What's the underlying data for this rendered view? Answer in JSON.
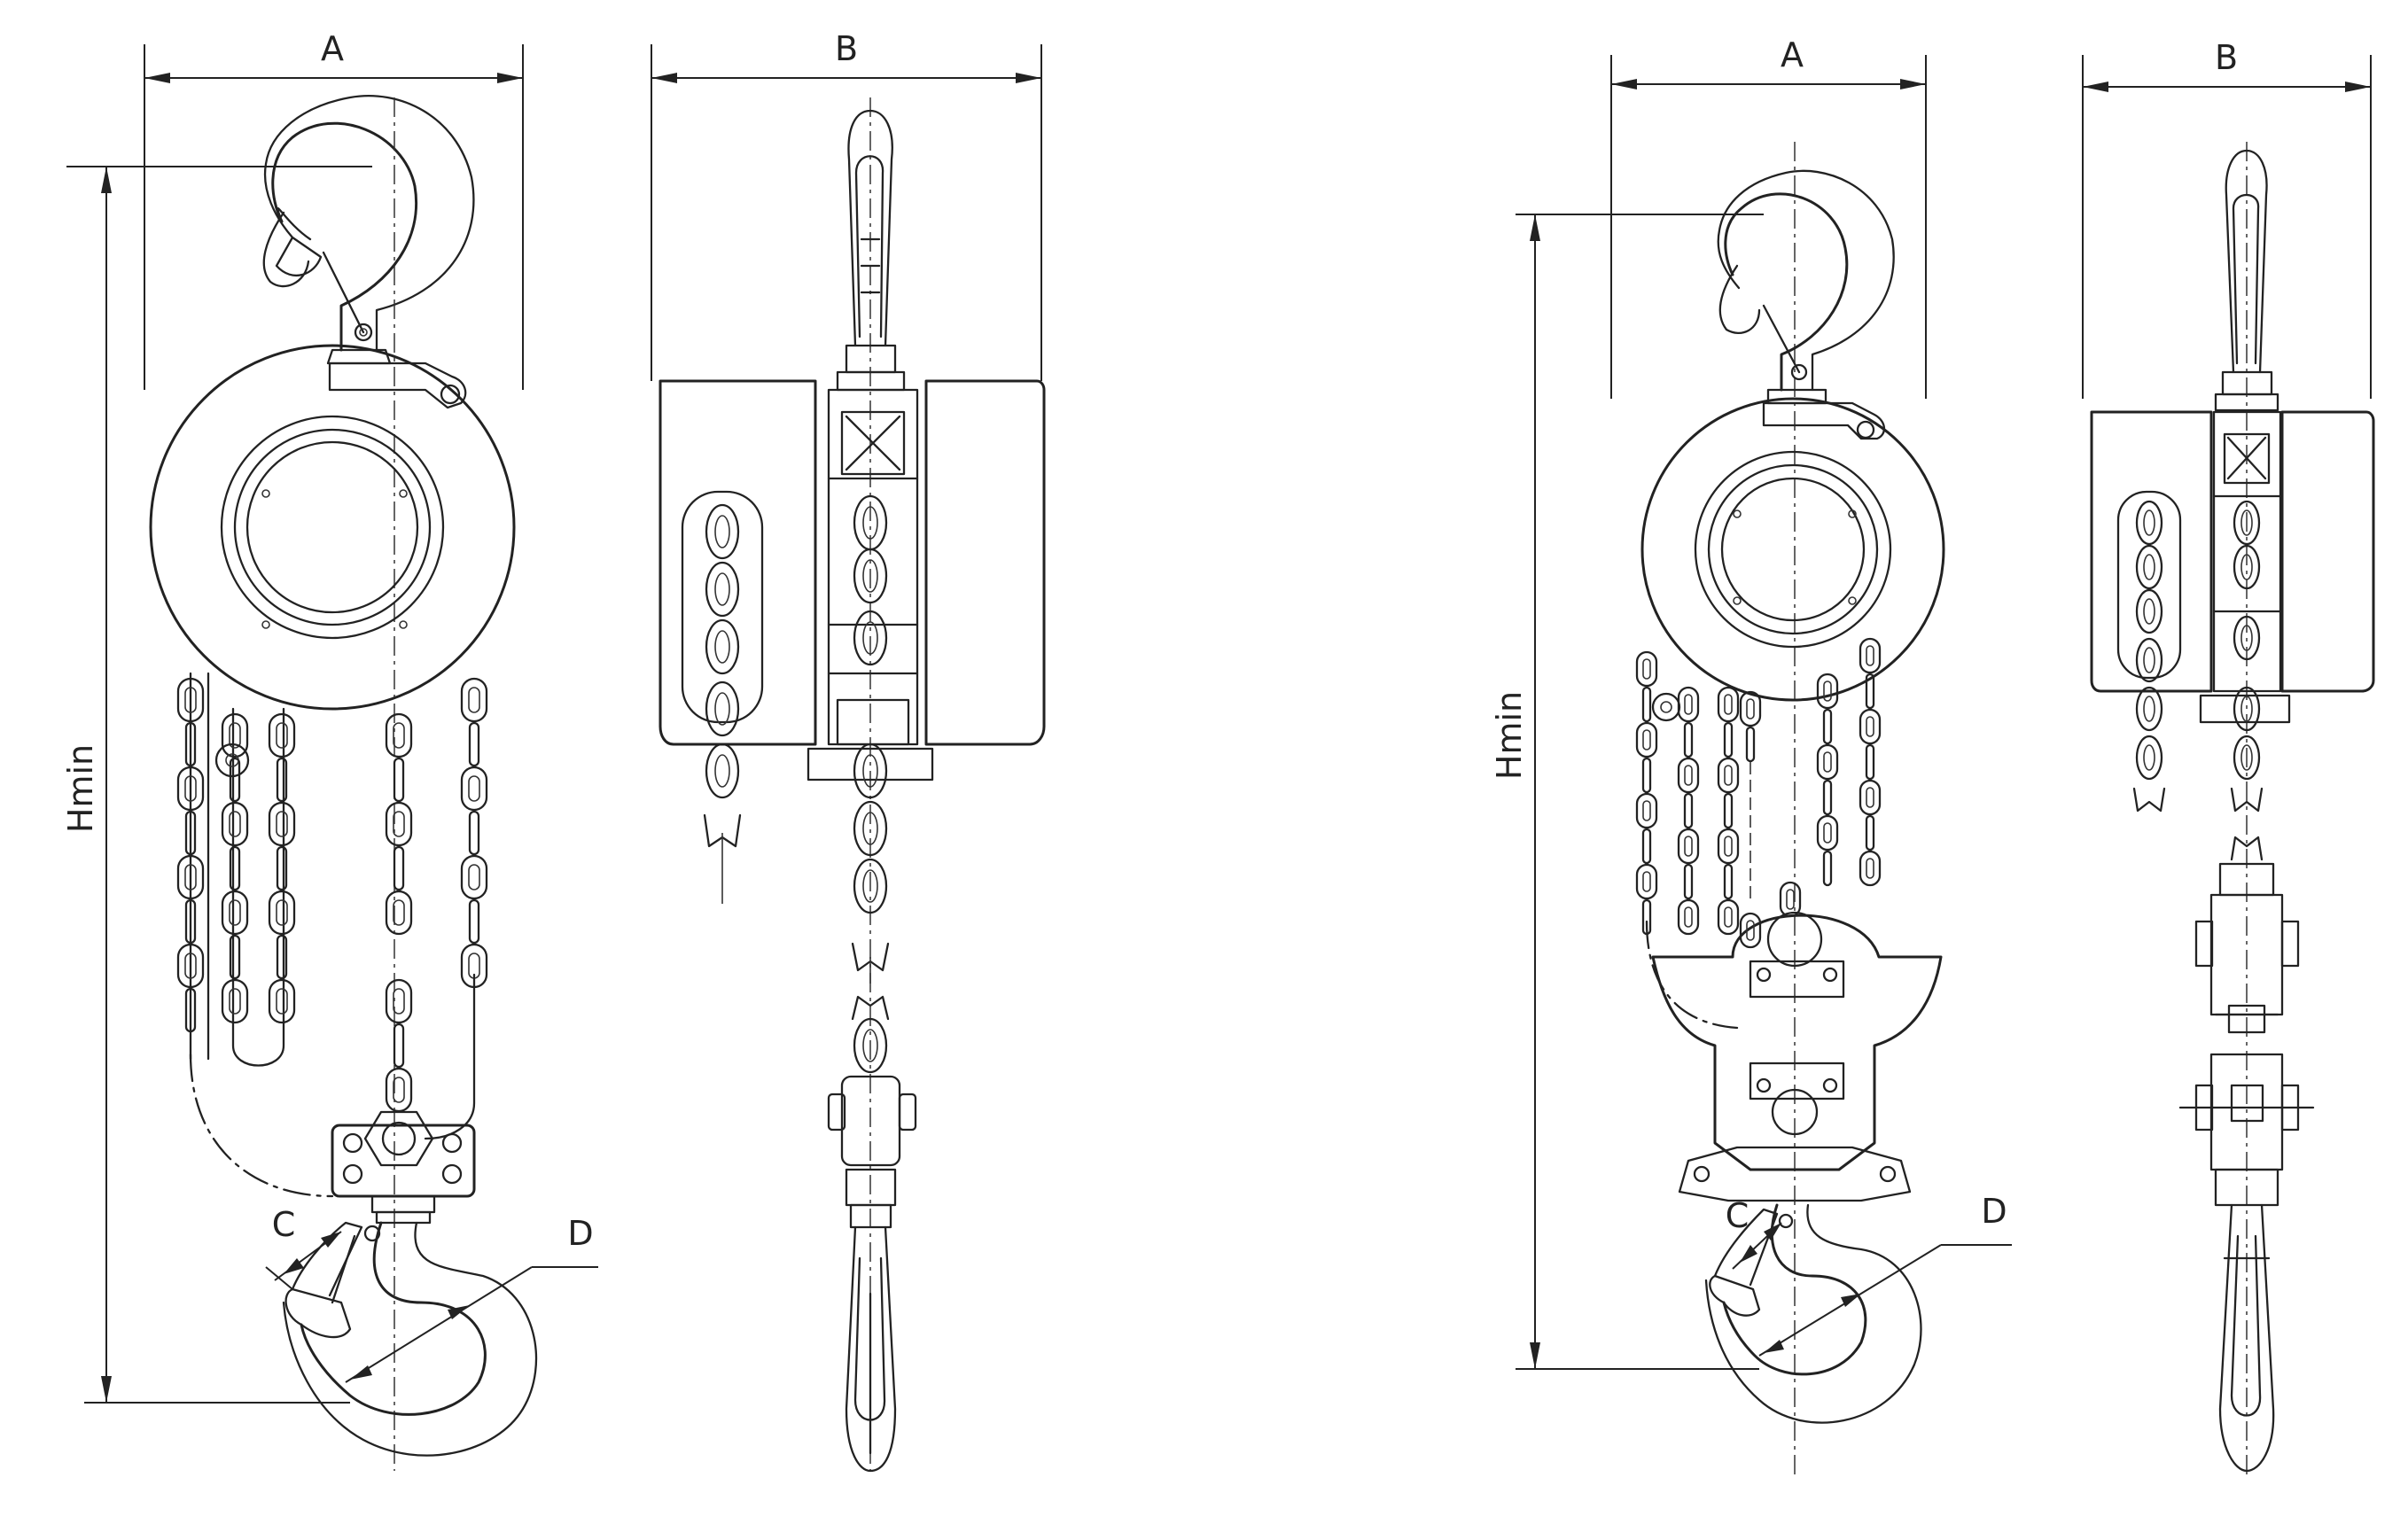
{
  "hoist1": {
    "dim_a": "A",
    "dim_b": "B",
    "dim_c": "C",
    "dim_d": "D",
    "dim_h": "Hmin"
  },
  "hoist2": {
    "dim_a": "A",
    "dim_b": "B",
    "dim_c": "C",
    "dim_d": "D",
    "dim_h": "Hmin"
  }
}
